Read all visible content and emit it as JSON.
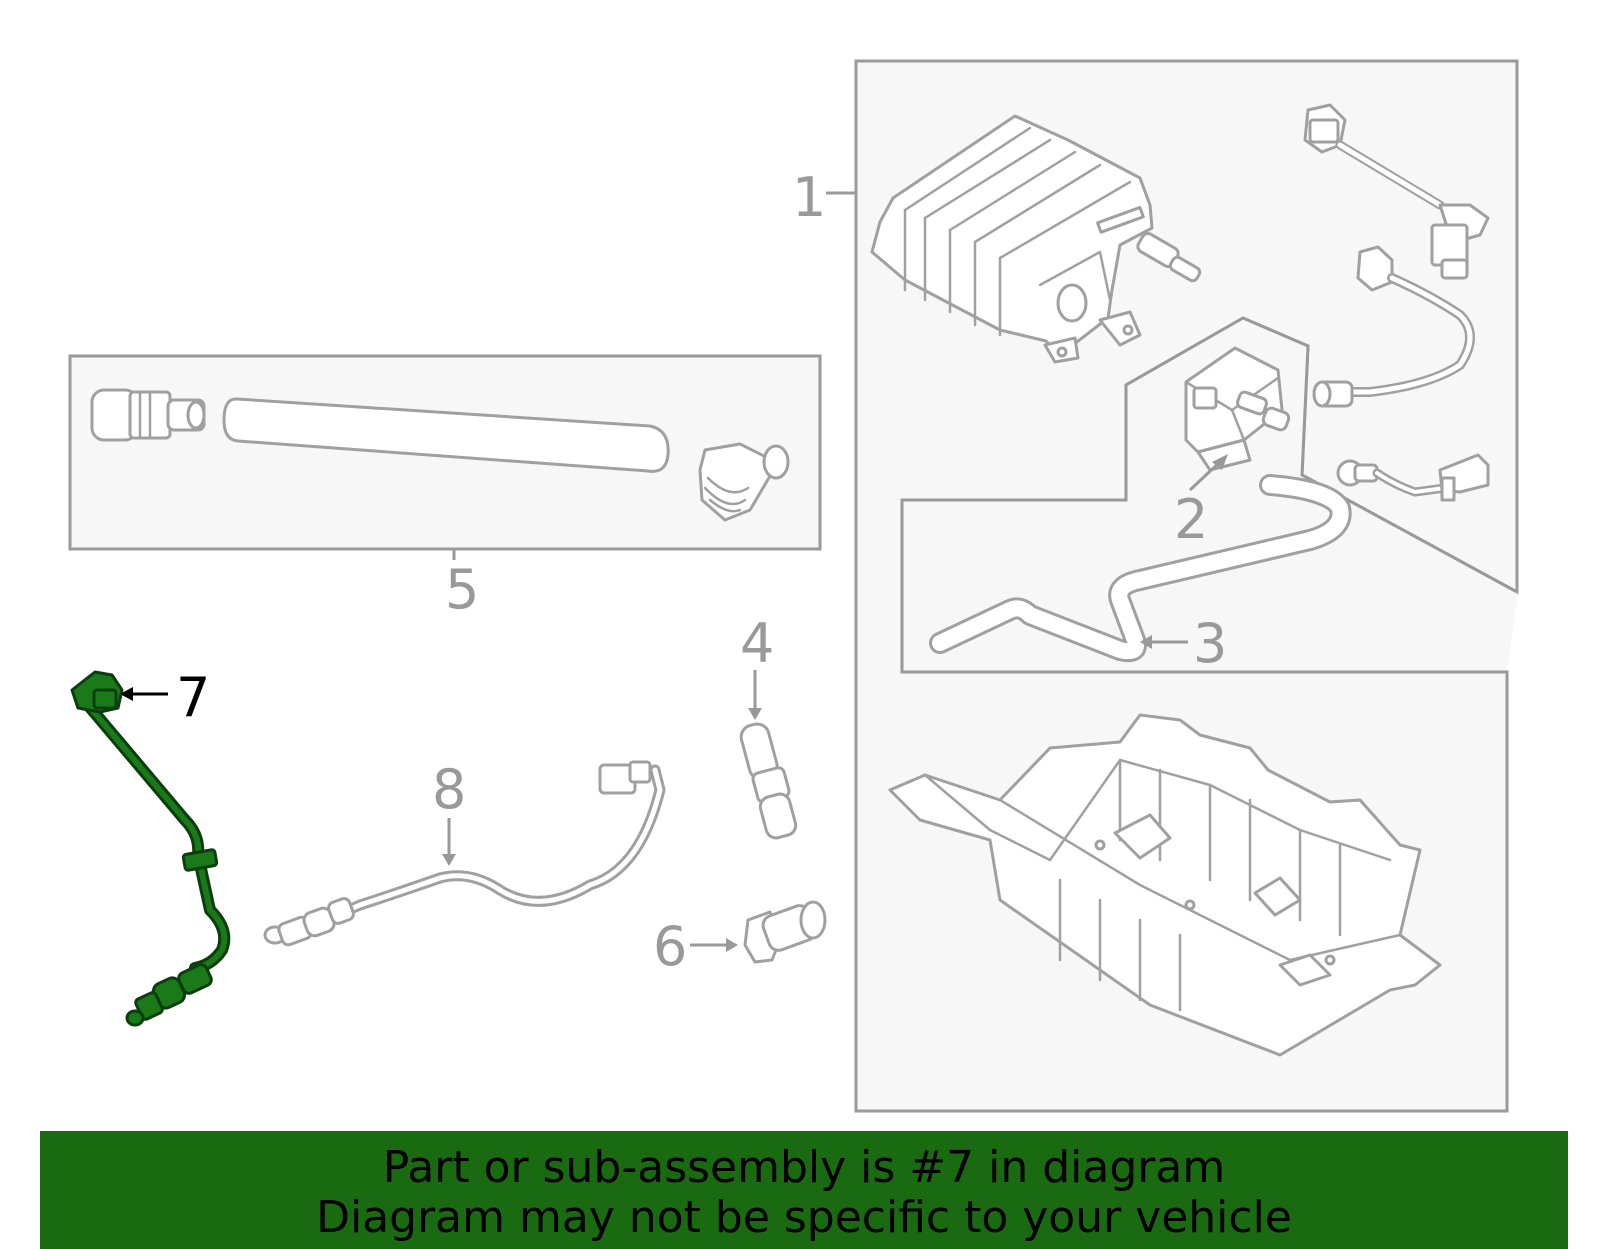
{
  "callouts": {
    "c1": "1",
    "c2": "2",
    "c3": "3",
    "c4": "4",
    "c5": "5",
    "c6": "6",
    "c7": "7",
    "c8": "8"
  },
  "highlight": {
    "part": "7",
    "color": "#1a7a1a"
  },
  "banner": {
    "line1": "Part or sub-assembly is #7 in diagram",
    "line2": "Diagram may not be specific to your vehicle",
    "background": "#1a6a12"
  }
}
